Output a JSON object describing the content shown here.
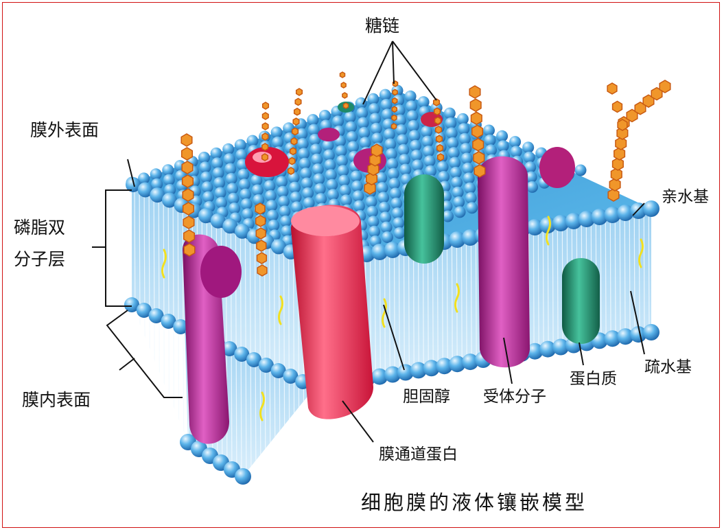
{
  "labels": {
    "sugar_chain": "糖链",
    "outer_surface": "膜外表面",
    "phospholipid_bilayer_line1": "磷脂双",
    "phospholipid_bilayer_line2": "分子层",
    "inner_surface": "膜内表面",
    "hydrophilic_head": "亲水基",
    "hydrophobic_tail": "疏水基",
    "protein": "蛋白质",
    "receptor": "受体分子",
    "cholesterol": "胆固醇",
    "channel_protein": "膜通道蛋白",
    "title": "细胞膜的液体镶嵌模型"
  },
  "colors": {
    "border": "#d01010",
    "membrane_top": "#3b9ed9",
    "phospholipid_head": "#4aa8e6",
    "tail_lines": "#dceaf7",
    "channel_protein": "#e8204e",
    "receptor_protein": "#b0208a",
    "green_protein": "#1f8a6a",
    "sugar_chain": "#f0962a",
    "cholesterol": "#f2e020",
    "text": "#111111"
  }
}
